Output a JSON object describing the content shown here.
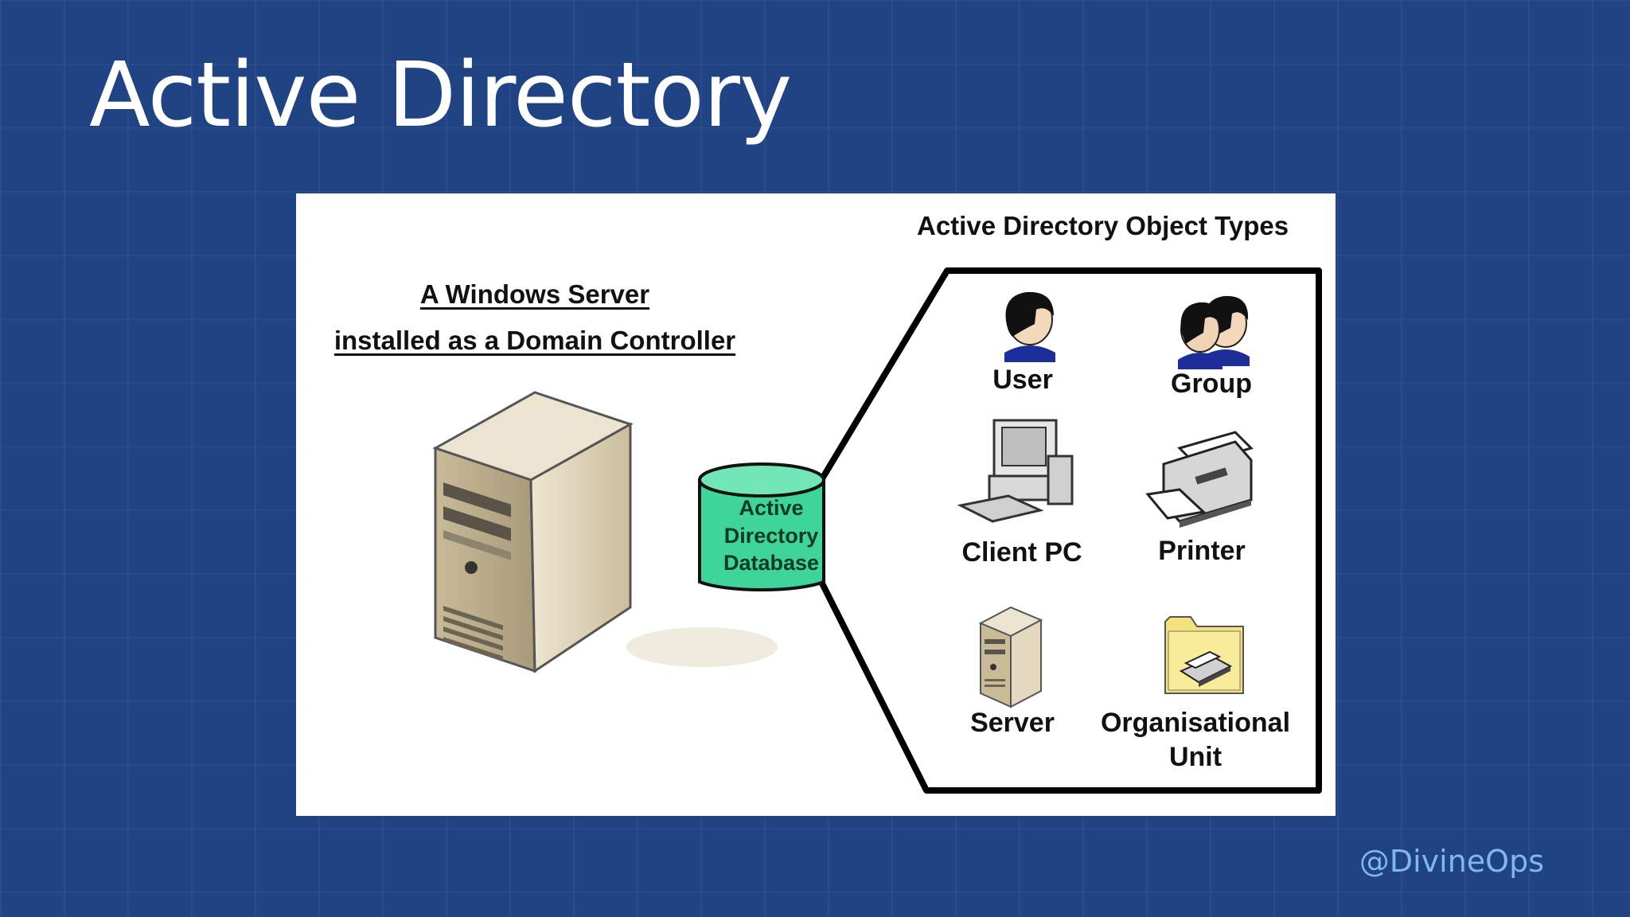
{
  "slide": {
    "title": "Active Directory",
    "watermark": "@DivineOps"
  },
  "diagram": {
    "heading": "Active Directory Object Types",
    "domain_controller": {
      "line1": "A Windows Server",
      "line2": "installed as a Domain Controller"
    },
    "database_label": "Active Directory Database",
    "database_lines": [
      "Active",
      "Directory",
      "Database"
    ],
    "objects": [
      {
        "label": "User",
        "icon": "user-icon"
      },
      {
        "label": "Group",
        "icon": "group-icon"
      },
      {
        "label": "Client PC",
        "icon": "client-pc-icon"
      },
      {
        "label": "Printer",
        "icon": "printer-icon"
      },
      {
        "label": "Server",
        "icon": "server-icon"
      },
      {
        "label": "Organisational Unit",
        "icon": "organisational-unit-icon",
        "lines": [
          "Organisational",
          "Unit"
        ]
      }
    ],
    "colors": {
      "background": "#1f4383",
      "database": "#3fd49a",
      "tower": "#d9ccb0"
    }
  }
}
